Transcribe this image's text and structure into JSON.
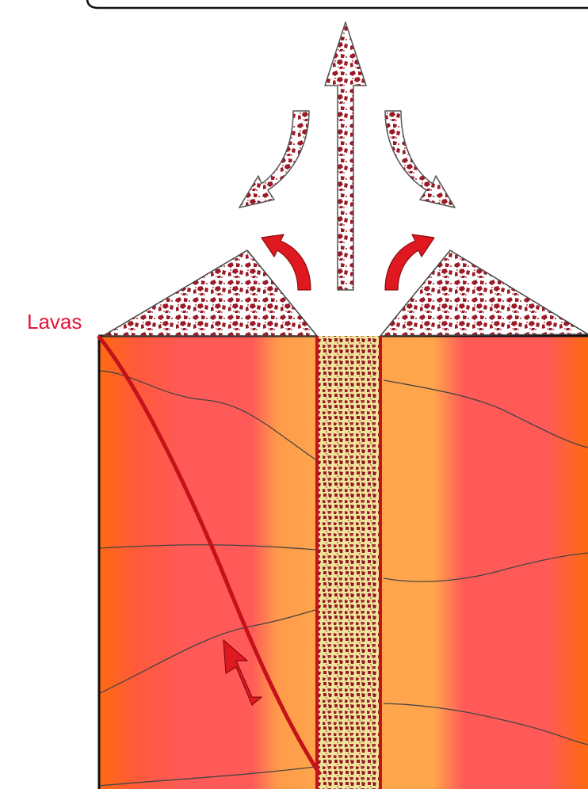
{
  "labels": {
    "lavas": "Lavas"
  },
  "colors": {
    "label": "#e8133c",
    "outline": "#111111",
    "wall_outer": "#ff6a10",
    "wall_mid": "#ff5a58",
    "wall_inner": "#ffa54c",
    "conduit_fill": "#efe59a",
    "debris_fragment": "#9a1a26",
    "dike": "#c4121a",
    "arrow_red": "#e01820"
  },
  "elements": [
    "ejecta-arrow-up",
    "ejecta-arrow-left",
    "ejecta-arrow-right",
    "red-arrow-left",
    "red-arrow-right",
    "debris-cone-left",
    "debris-cone-right",
    "volcanic-conduit",
    "inclined-dike",
    "dike-flow-arrow",
    "country-rock-layers"
  ]
}
